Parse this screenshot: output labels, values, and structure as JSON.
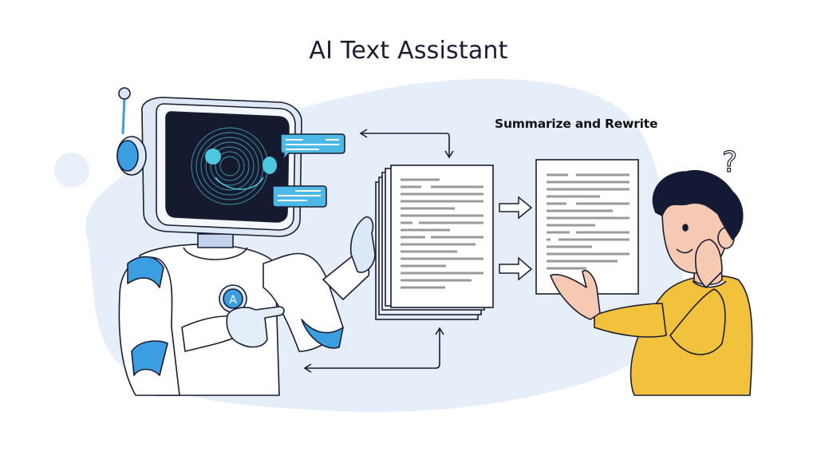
{
  "header": {
    "title": "AI Text Assistant"
  },
  "diagram": {
    "process_label": "Summarize and Rewrite",
    "nodes": [
      {
        "id": "robot",
        "label": "AI robot assistant",
        "badge_letter": "A",
        "icon": "robot-icon"
      },
      {
        "id": "source-docs",
        "label": "Stack of source documents",
        "icon": "document-stack-icon"
      },
      {
        "id": "output-doc",
        "label": "Rewritten summary document",
        "icon": "document-icon"
      },
      {
        "id": "user",
        "label": "Thinking person",
        "icon": "person-icon",
        "thought": "?"
      }
    ],
    "edges": [
      {
        "from": "robot",
        "to": "source-docs",
        "type": "bidirectional-loop-top"
      },
      {
        "from": "source-docs",
        "to": "robot",
        "type": "return-loop-bottom"
      },
      {
        "from": "source-docs",
        "to": "output-doc",
        "type": "arrow",
        "count": 2
      }
    ]
  },
  "colors": {
    "background": "#ffffff",
    "blob": "#e6eefa",
    "outline": "#1b1d33",
    "accent_blue": "#3a9ee0",
    "screen": "#161a2e",
    "screen_glow": "#4cc8e0",
    "sweater": "#f2c23c",
    "skin": "#f6c9b2",
    "hair": "#141a36",
    "text_lines": "#9a9a9a"
  }
}
